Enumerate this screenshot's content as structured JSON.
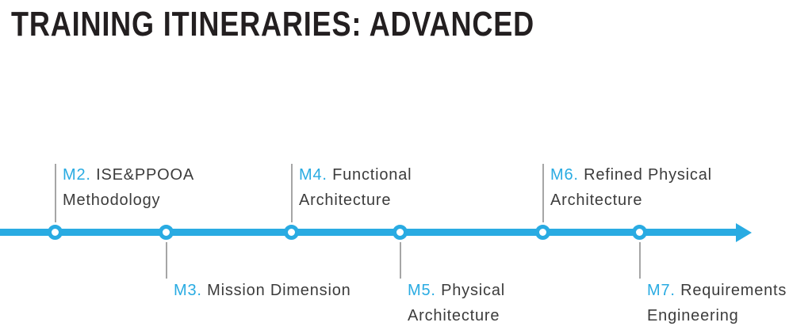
{
  "title": "TRAINING ITINERARIES: ADVANCED",
  "colors": {
    "accent": "#29abe2",
    "title_text": "#231f20",
    "label_text": "#3c3c3c",
    "stem": "#a6a6a6"
  },
  "timeline": {
    "nodes": [
      {
        "id": "M2",
        "prefix": "M2.",
        "line1": "ISE&PPOOA",
        "line2": "Methodology",
        "side": "above"
      },
      {
        "id": "M3",
        "prefix": "M3.",
        "line1": "Mission Dimension",
        "line2": "",
        "side": "below"
      },
      {
        "id": "M4",
        "prefix": "M4.",
        "line1": "Functional",
        "line2": "Architecture",
        "side": "above"
      },
      {
        "id": "M5",
        "prefix": "M5.",
        "line1": "Physical",
        "line2": "Architecture",
        "side": "below"
      },
      {
        "id": "M6",
        "prefix": "M6.",
        "line1": "Refined Physical",
        "line2": "Architecture",
        "side": "above"
      },
      {
        "id": "M7",
        "prefix": "M7.",
        "line1": "Requirements",
        "line2": "Engineering",
        "side": "below"
      }
    ]
  }
}
